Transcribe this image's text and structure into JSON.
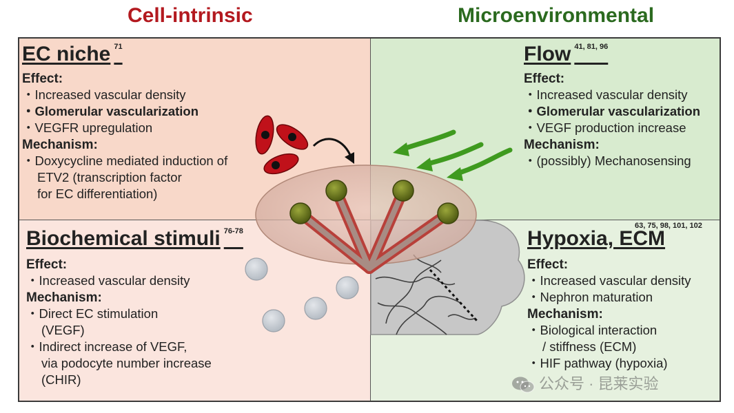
{
  "headers": {
    "left": "Cell-intrinsic",
    "right": "Microenvironmental"
  },
  "panels": {
    "ec_niche": {
      "title": "EC niche",
      "ref": "71",
      "effect_label": "Effect:",
      "effects": [
        "Increased vascular density",
        "Glomerular vascularization",
        "VEGFR upregulation"
      ],
      "mechanism_label": "Mechanism:",
      "mechanisms": [
        "Doxycycline mediated induction of",
        "ETV2 (transcription factor",
        "for EC differentiation)"
      ]
    },
    "flow": {
      "title": "Flow",
      "ref": "41, 81, 96",
      "effect_label": "Effect:",
      "effects": [
        "Increased vascular density",
        "Glomerular vascularization",
        "VEGF production increase"
      ],
      "mechanism_label": "Mechanism:",
      "mechanisms": [
        "(possibly) Mechanosensing"
      ]
    },
    "biochemical": {
      "title": "Biochemical stimuli",
      "ref": "76-78",
      "effect_label": "Effect:",
      "effects": [
        "Increased vascular density"
      ],
      "mechanism_label": "Mechanism:",
      "mechanisms": [
        "Direct EC stimulation",
        "(VEGF)",
        "Indirect increase of VEGF,",
        "via podocyte number increase",
        "(CHIR)"
      ]
    },
    "hypoxia": {
      "title": "Hypoxia, ECM",
      "ref": "63, 75, 98, 101, 102",
      "effect_label": "Effect:",
      "effects": [
        "Increased vascular density",
        "Nephron maturation"
      ],
      "mechanism_label": "Mechanism:",
      "mechanisms": [
        "Biological interaction",
        "/ stiffness (ECM)",
        "HIF pathway (hypoxia)"
      ]
    }
  },
  "watermark": "公众号 · 昆莱实验",
  "colors": {
    "intrinsic": "#b3191f",
    "micro": "#2b6a1f",
    "arrow_green": "#3f9a1f",
    "ec_cell": "#c0111a",
    "vessel": "#b8403a",
    "glomerulus": "#6e7a1e"
  },
  "icons": [
    "ec-cell-icon",
    "curved-arrow-icon",
    "flow-arrow-icon",
    "glomerulus-icon",
    "bead-icon",
    "hypoxia-cloud-icon",
    "wechat-icon"
  ]
}
